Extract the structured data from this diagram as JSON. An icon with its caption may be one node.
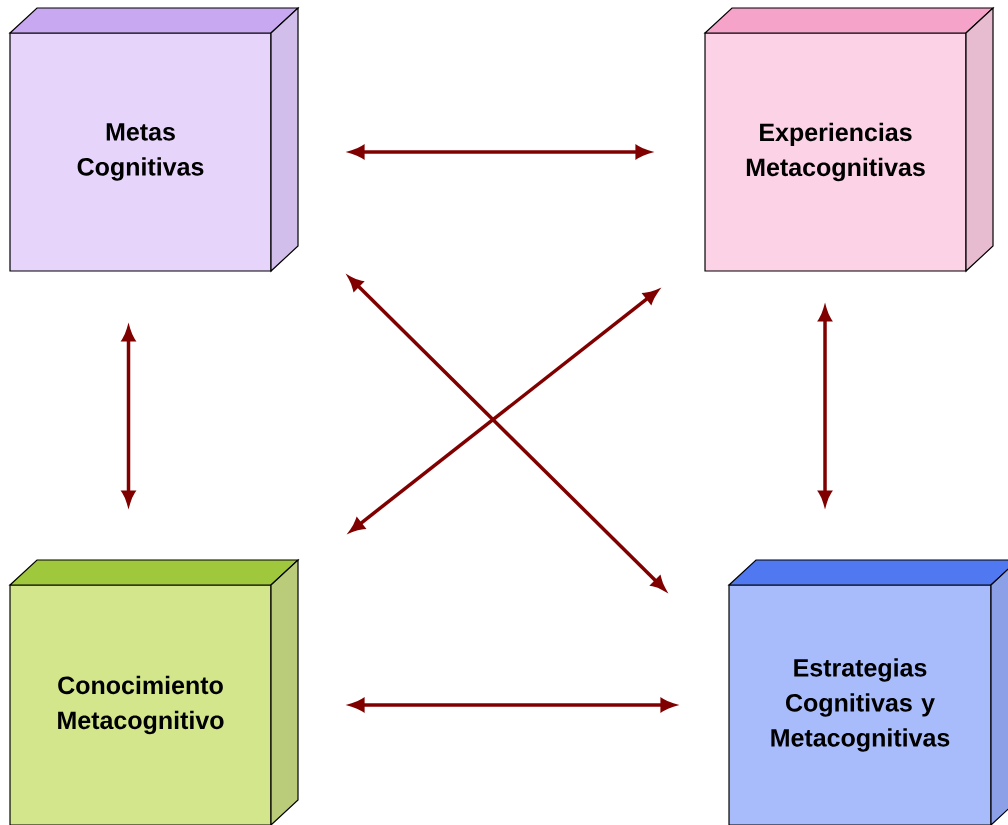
{
  "diagram": {
    "nodes": [
      {
        "text": [
          "Metas Cognitivas"
        ]
      },
      {
        "text": [
          "Experiencias Metacognitivas"
        ]
      },
      {
        "text": [
          "Conocimiento Metacognitivo"
        ]
      },
      {
        "text": [
          "Estrategias Cognitivas y Metacognitivas"
        ]
      }
    ],
    "edges": [
      {
        "from": 0,
        "to": 1,
        "arrow": "both"
      },
      {
        "from": 0,
        "to": 2,
        "arrow": "both"
      },
      {
        "from": 1,
        "to": 3,
        "arrow": "both"
      },
      {
        "from": 0,
        "to": 3,
        "arrow": "both"
      },
      {
        "from": 1,
        "to": 2,
        "arrow": "both"
      },
      {
        "from": 2,
        "to": 3,
        "arrow": "both"
      }
    ]
  }
}
